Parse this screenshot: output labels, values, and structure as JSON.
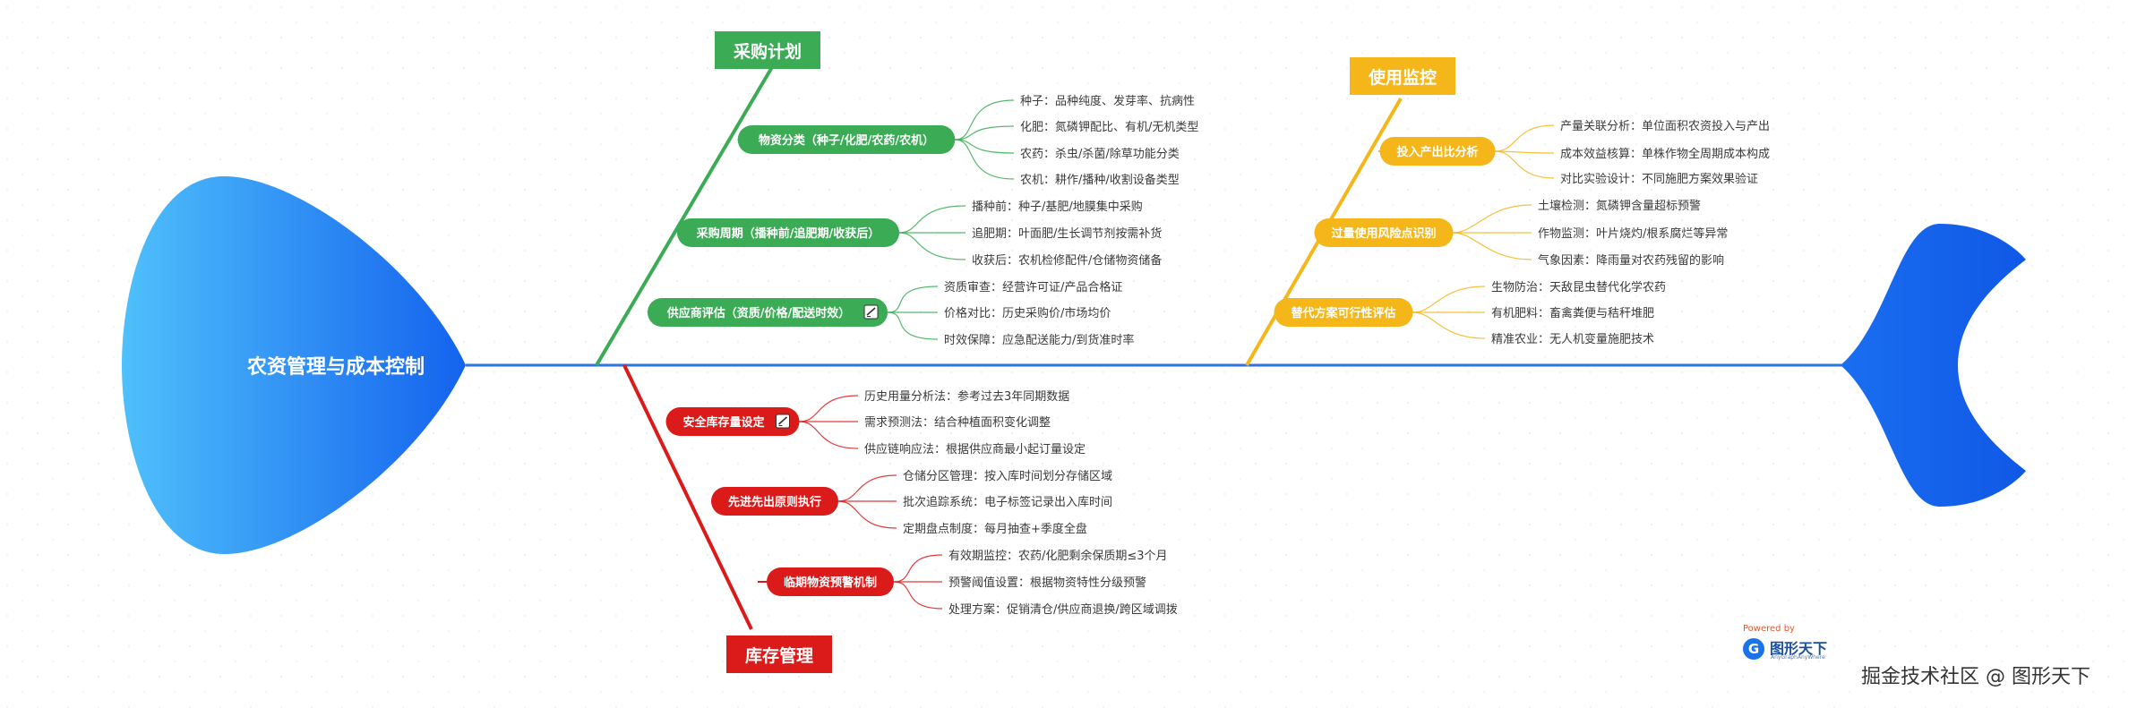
{
  "title": "农资管理与成本控制",
  "colors": {
    "spine": "#2d73e8",
    "fish_dark": "#1463ee",
    "fish_light": "#4fc0fb",
    "green": "#3bab55",
    "yellow": "#f4b619",
    "red": "#db1a1a",
    "text": "#3a3a3a"
  },
  "categories": {
    "purchase": {
      "label": "采购计划",
      "subs": [
        {
          "label": "物资分类（种子/化肥/农药/农机）",
          "icon": "",
          "leaves": [
            "种子：品种纯度、发芽率、抗病性",
            "化肥：氮磷钾配比、有机/无机类型",
            "农药：杀虫/杀菌/除草功能分类",
            "农机：耕作/播种/收割设备类型"
          ]
        },
        {
          "label": "采购周期（播种前/追肥期/收获后）",
          "icon": "",
          "leaves": [
            "播种前：种子/基肥/地膜集中采购",
            "追肥期：叶面肥/生长调节剂按需补货",
            "收获后：农机检修配件/仓储物资储备"
          ]
        },
        {
          "label": "供应商评估（资质/价格/配送时效）",
          "icon": "note-icon",
          "leaves": [
            "资质审查：经营许可证/产品合格证",
            "价格对比：历史采购价/市场均价",
            "时效保障：应急配送能力/到货准时率"
          ]
        }
      ]
    },
    "monitor": {
      "label": "使用监控",
      "subs": [
        {
          "label": "投入产出比分析",
          "icon": "",
          "leaves": [
            "产量关联分析：单位面积农资投入与产出",
            "成本效益核算：单株作物全周期成本构成",
            "对比实验设计：不同施肥方案效果验证"
          ]
        },
        {
          "label": "过量使用风险点识别",
          "icon": "",
          "leaves": [
            "土壤检测：氮磷钾含量超标预警",
            "作物监测：叶片烧灼/根系腐烂等异常",
            "气象因素：降雨量对农药残留的影响"
          ]
        },
        {
          "label": "替代方案可行性评估",
          "icon": "",
          "leaves": [
            "生物防治：天敌昆虫替代化学农药",
            "有机肥料：畜禽粪便与秸秆堆肥",
            "精准农业：无人机变量施肥技术"
          ]
        }
      ]
    },
    "inventory": {
      "label": "库存管理",
      "subs": [
        {
          "label": "安全库存量设定",
          "icon": "note-icon",
          "leaves": [
            "历史用量分析法：参考过去3年同期数据",
            "需求预测法：结合种植面积变化调整",
            "供应链响应法：根据供应商最小起订量设定"
          ]
        },
        {
          "label": "先进先出原则执行",
          "icon": "",
          "leaves": [
            "仓储分区管理：按入库时间划分存储区域",
            "批次追踪系统：电子标签记录出入库时间",
            "定期盘点制度：每月抽查+季度全盘"
          ]
        },
        {
          "label": "临期物资预警机制",
          "icon": "",
          "leaves": [
            "有效期监控：农药/化肥剩余保质期≤3个月",
            "预警阈值设置：根据物资特性分级预警",
            "处理方案：促销清仓/供应商退换/跨区域调拨"
          ]
        }
      ]
    }
  },
  "footer": {
    "powered_by": "Powered by",
    "brand": "图形天下",
    "brand_sub": "AnyGraphAnyWhere",
    "watermark": "掘金技术社区 @ 图形天下"
  }
}
